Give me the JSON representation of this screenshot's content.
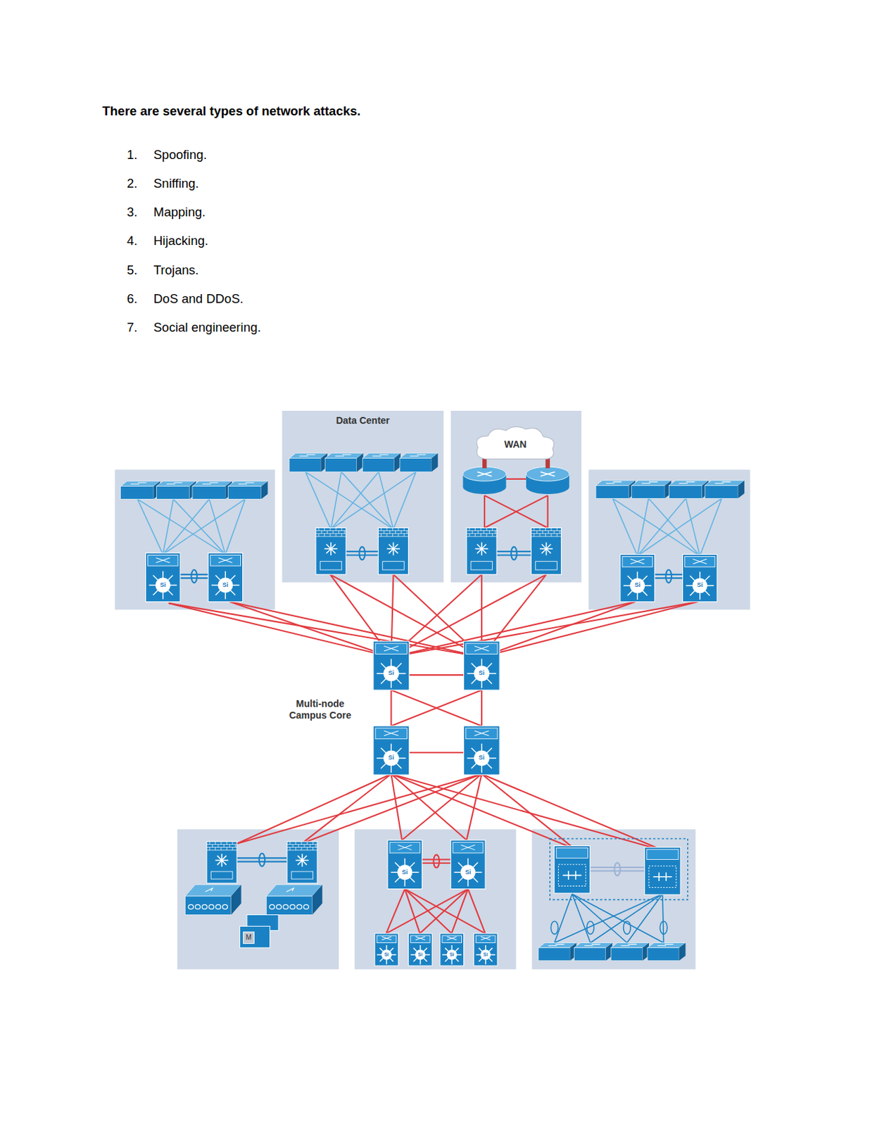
{
  "diagram": {
    "title": "There are several types of network attacks.",
    "nodes": [
      {
        "text": [
          "Data Center"
        ]
      },
      {
        "text": [
          "WAN"
        ]
      }
    ],
    "labels": [
      "1.",
      "Spoofing.",
      "2.",
      "Sniffing.",
      "3.",
      "Mapping.",
      "4.",
      "Hijacking.",
      "5.",
      "Trojans.",
      "6.",
      "DoS and DDoS.",
      "7.",
      "Social engineering.",
      "Multi-node Campus Core",
      "Si",
      "Si",
      "Si",
      "Si",
      "Si",
      "Si",
      "Si",
      "Si",
      "Si",
      "Si",
      "Si",
      "Si",
      "Si",
      "Si",
      "M"
    ]
  }
}
